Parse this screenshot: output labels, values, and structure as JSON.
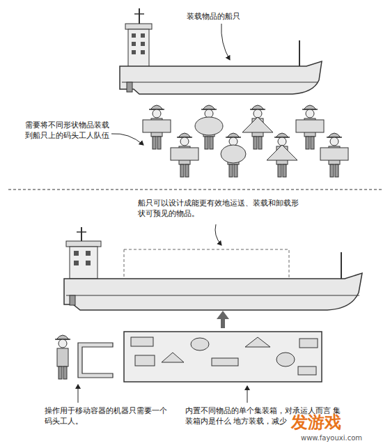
{
  "diagram": {
    "labels": [
      "装载物品的船只",
      "需要将不同形状物品装载到船只上的码头工人队伍",
      "船只可以设计成能更有效地运送、装载和卸载形状可预见的物品。",
      "操作用于移动容器的机器只需要一个码头工人。",
      "内置不同物品的单个集装箱，对承运人而言 集装箱内是什么 地方装载，减少",
      "发游戏",
      "www.fayouxi.com"
    ]
  }
}
